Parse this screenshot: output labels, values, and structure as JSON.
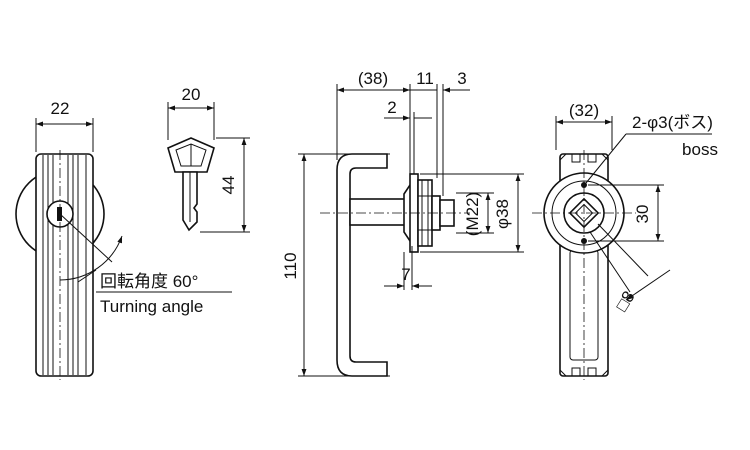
{
  "front_view": {
    "width_label": "22",
    "angle_label_jp": "回転角度 60°",
    "angle_label_en": "Turning angle"
  },
  "key_view": {
    "width_label": "20",
    "height_label": "44"
  },
  "side_view": {
    "depth_label": "(38)",
    "offset_11_label": "11",
    "offset_3_label": "3",
    "offset_2_label": "2",
    "offset_7_label": "7",
    "height_label": "110",
    "thread_label": "(M22)",
    "diameter_label": "φ38"
  },
  "rear_view": {
    "width_label": "(32)",
    "boss_label": "2-φ3(ボス)",
    "boss_en": "boss",
    "spacing_label": "30",
    "square_label": "□8"
  }
}
